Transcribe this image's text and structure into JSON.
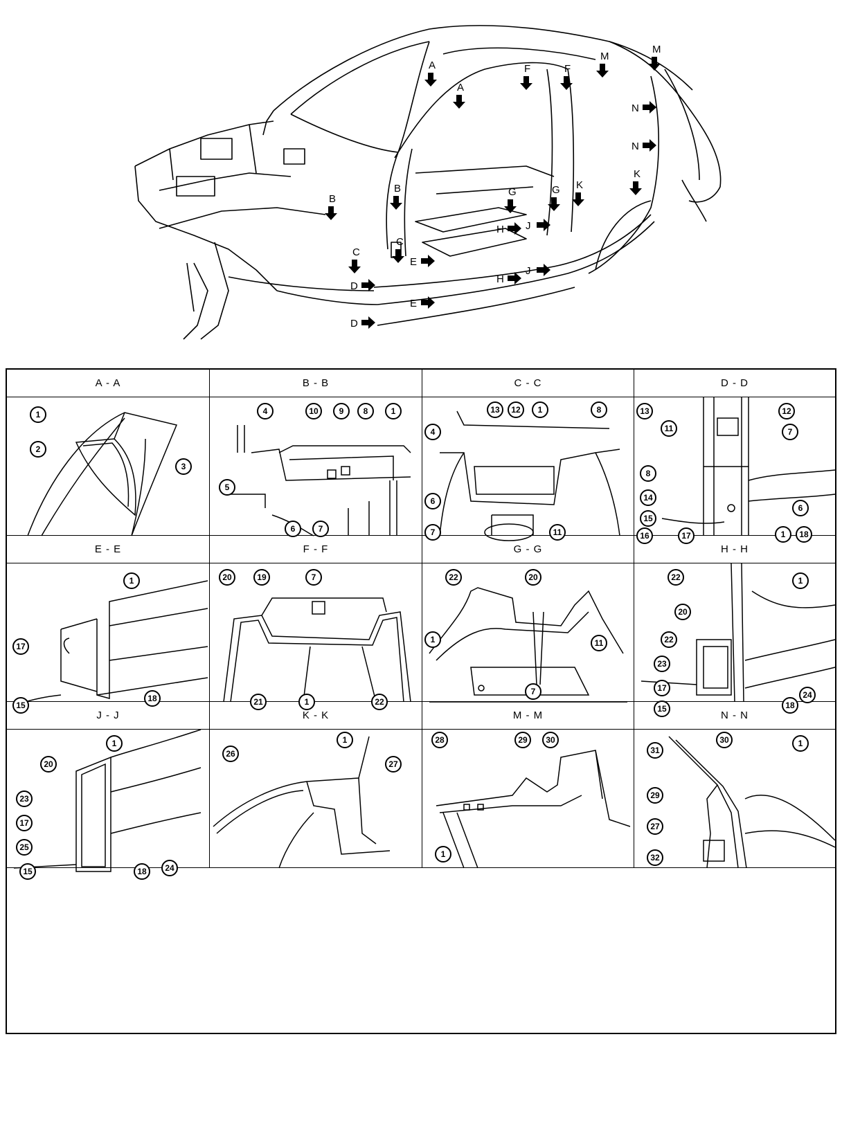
{
  "overview": {
    "section_markers": [
      {
        "letter": "A"
      },
      {
        "letter": "A"
      },
      {
        "letter": "B"
      },
      {
        "letter": "B"
      },
      {
        "letter": "C"
      },
      {
        "letter": "C"
      },
      {
        "letter": "D"
      },
      {
        "letter": "D"
      },
      {
        "letter": "E"
      },
      {
        "letter": "E"
      },
      {
        "letter": "F"
      },
      {
        "letter": "F"
      },
      {
        "letter": "G"
      },
      {
        "letter": "G"
      },
      {
        "letter": "H"
      },
      {
        "letter": "H"
      },
      {
        "letter": "J"
      },
      {
        "letter": "J"
      },
      {
        "letter": "K"
      },
      {
        "letter": "K"
      },
      {
        "letter": "M"
      },
      {
        "letter": "M"
      },
      {
        "letter": "N"
      },
      {
        "letter": "N"
      }
    ]
  },
  "sections": [
    {
      "id": "AA",
      "label": "A - A",
      "callouts": [
        "1",
        "2",
        "3"
      ]
    },
    {
      "id": "BB",
      "label": "B - B",
      "callouts": [
        "4",
        "10",
        "9",
        "8",
        "1",
        "5",
        "6",
        "7"
      ]
    },
    {
      "id": "CC",
      "label": "C - C",
      "callouts": [
        "4",
        "13",
        "12",
        "1",
        "8",
        "6",
        "7",
        "11"
      ]
    },
    {
      "id": "DD",
      "label": "D - D",
      "callouts": [
        "13",
        "12",
        "11",
        "7",
        "8",
        "14",
        "15",
        "6",
        "18",
        "1",
        "16",
        "17"
      ]
    },
    {
      "id": "EE",
      "label": "E - E",
      "callouts": [
        "1",
        "17",
        "15",
        "18"
      ]
    },
    {
      "id": "FF",
      "label": "F - F",
      "callouts": [
        "20",
        "19",
        "7",
        "21",
        "1",
        "22"
      ]
    },
    {
      "id": "GG",
      "label": "G - G",
      "callouts": [
        "22",
        "20",
        "1",
        "11",
        "7"
      ]
    },
    {
      "id": "HH",
      "label": "H - H",
      "callouts": [
        "22",
        "1",
        "20",
        "22",
        "23",
        "17",
        "24",
        "15",
        "18"
      ]
    },
    {
      "id": "JJ",
      "label": "J - J",
      "callouts": [
        "1",
        "20",
        "23",
        "17",
        "25",
        "24",
        "15",
        "18"
      ]
    },
    {
      "id": "KK",
      "label": "K - K",
      "callouts": [
        "26",
        "1",
        "27"
      ]
    },
    {
      "id": "MM",
      "label": "M - M",
      "callouts": [
        "28",
        "29",
        "30",
        "1"
      ]
    },
    {
      "id": "NN",
      "label": "N - N",
      "callouts": [
        "30",
        "31",
        "29",
        "27",
        "32",
        "1"
      ]
    }
  ]
}
